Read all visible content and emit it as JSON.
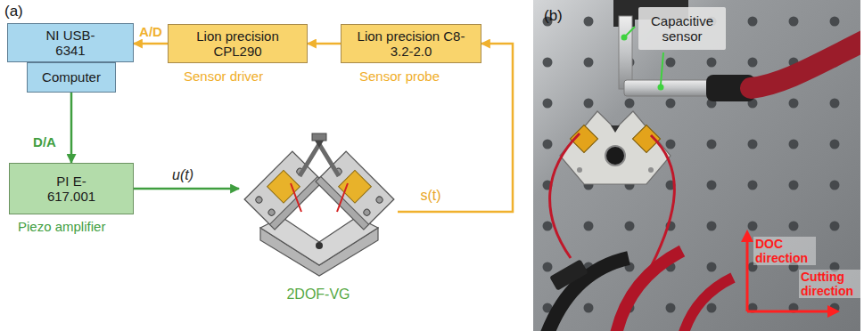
{
  "diagram": {
    "nodes": [
      {
        "text": [
          "NI USB-6341"
        ]
      },
      {
        "text": [
          "Computer"
        ]
      },
      {
        "text": [
          "Lion precision CPL290"
        ]
      },
      {
        "text": [
          "Lion precision C8-3.2-2.0"
        ]
      },
      {
        "text": [
          "PI E-617.001"
        ]
      },
      {
        "text": [
          "2DOF-VG"
        ]
      },
      {
        "text": [
          "Capacitive sensor"
        ]
      }
    ],
    "edges": [
      {
        "from": 3,
        "to": 2,
        "arrow": "to"
      },
      {
        "from": 2,
        "to": 0,
        "label": "A/D",
        "arrow": "to"
      },
      {
        "from": 1,
        "to": 4,
        "label": "D/A",
        "arrow": "to"
      },
      {
        "from": 4,
        "to": 5,
        "label": "u(t)",
        "arrow": "to"
      },
      {
        "from": 5,
        "to": 3,
        "label": "s(t)",
        "arrow": "to"
      }
    ],
    "labels": [
      "(a)",
      "Sensor driver",
      "Sensor probe",
      "Piezo amplifier",
      "(b)",
      "DOC direction",
      "Cutting direction"
    ]
  }
}
